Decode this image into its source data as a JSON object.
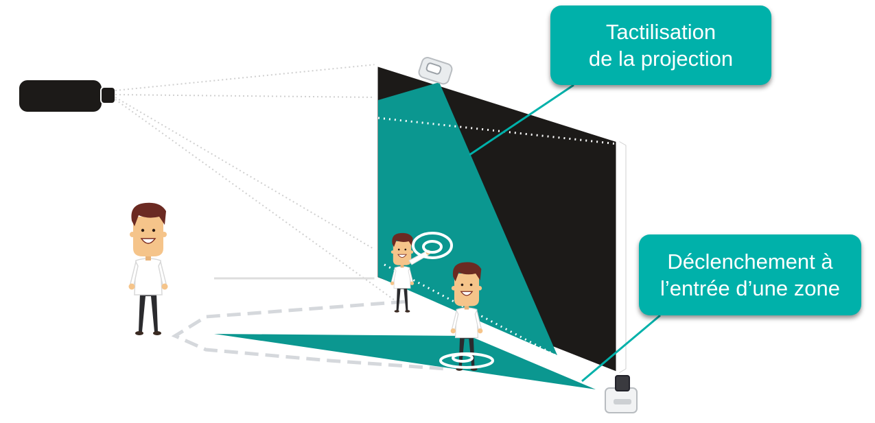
{
  "callouts": {
    "projection_touch": {
      "line1": "Tactilisation",
      "line2": "de la projection"
    },
    "zone_entry": {
      "line1": "Déclenchement à",
      "line2": "l’entrée d’une zone"
    }
  },
  "colors": {
    "accent_teal": "#00b1aa",
    "projection_teal": "#0b9790",
    "screen_black": "#1c1a18",
    "hair_brown": "#6b2a22",
    "skin": "#f5c48a",
    "pants": "#2b2b2e",
    "dashed_zone": "#d5d8dc"
  },
  "icons": [
    "projector-icon",
    "lidar-sensor-icon",
    "person-icon",
    "touch-ripple-icon",
    "floor-ripple-icon"
  ]
}
